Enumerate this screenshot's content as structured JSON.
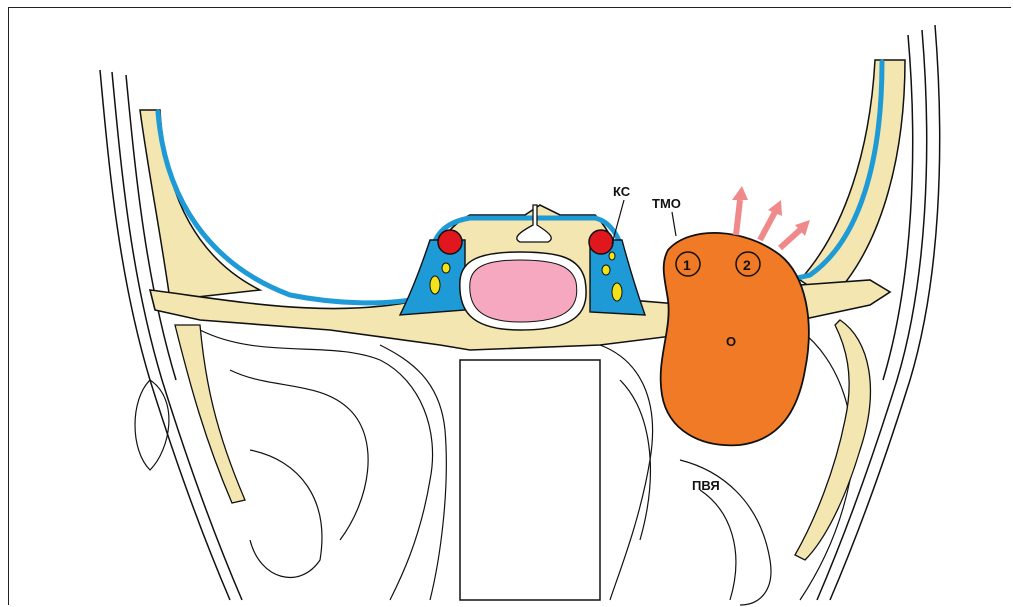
{
  "diagram": {
    "colors": {
      "bone": "#f3e6b0",
      "dura": "#1e9bd7",
      "tumor": "#f07a26",
      "pituitary": "#f5a8c0",
      "carotid": "#e0171d",
      "nerve": "#f2e21a",
      "arrow": "#f08a8a",
      "outline": "#111111"
    },
    "labels": {
      "ks": "КС",
      "tmo": "ТМО",
      "tumor": "О",
      "pvya": "ПВЯ",
      "marker1": "1",
      "marker2": "2"
    }
  }
}
